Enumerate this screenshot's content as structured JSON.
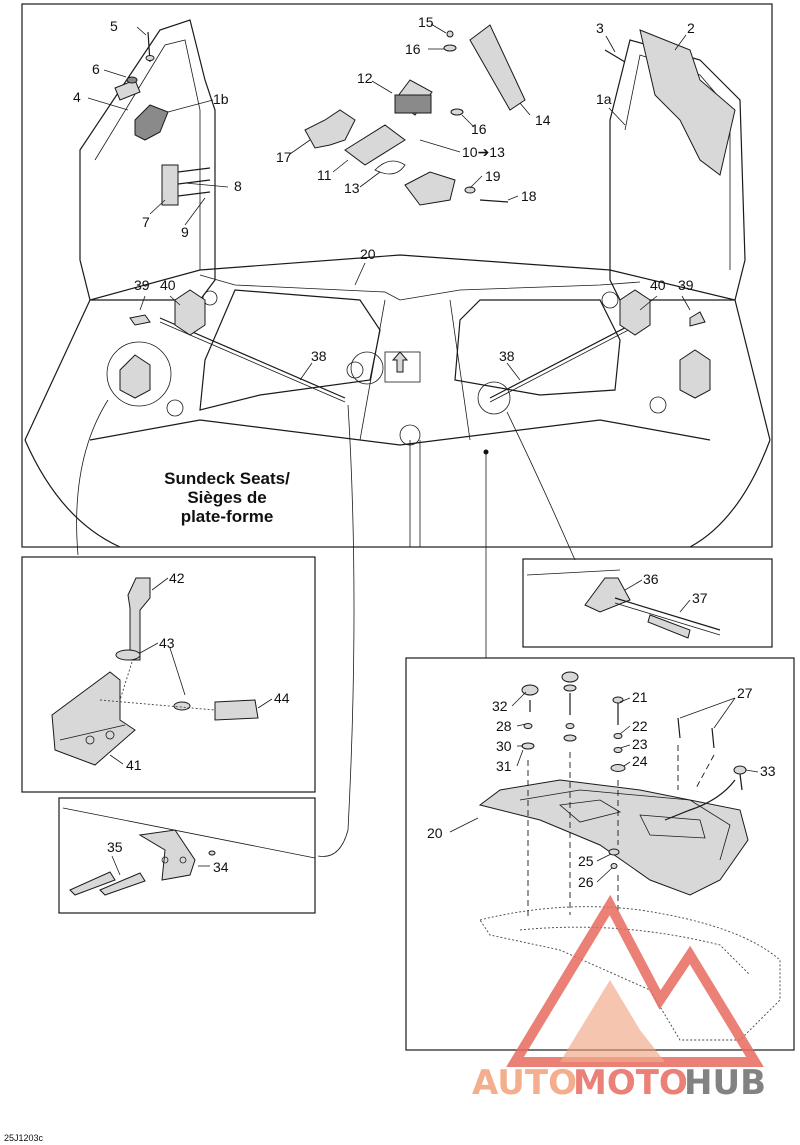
{
  "diagram": {
    "title_lines": [
      "Sundeck Seats/",
      "Sièges de",
      "plate-forme"
    ],
    "figure_code": "25J1203c",
    "labels": {
      "l5": "5",
      "l6": "6",
      "l4": "4",
      "l1b": "1b",
      "l7": "7",
      "l8": "8",
      "l9": "9",
      "l15": "15",
      "l16a": "16",
      "l16b": "16",
      "l14": "14",
      "l12": "12",
      "l17": "17",
      "l11": "11",
      "l13": "13",
      "l10_13": "10➔13",
      "l19": "19",
      "l18": "18",
      "l3": "3",
      "l2": "2",
      "l1a": "1a",
      "l20": "20",
      "l39a": "39",
      "l40a": "40",
      "l40b": "40",
      "l39b": "39",
      "l38a": "38",
      "l38b": "38",
      "l42": "42",
      "l43": "43",
      "l44": "44",
      "l41": "41",
      "l36": "36",
      "l37": "37",
      "l35": "35",
      "l34": "34",
      "l32": "32",
      "l21": "21",
      "l27": "27",
      "l28": "28",
      "l22": "22",
      "l30": "30",
      "l23": "23",
      "l31": "31",
      "l24": "24",
      "l33": "33",
      "l20b": "20",
      "l25": "25",
      "l26": "26"
    }
  },
  "watermark": {
    "text_part1": "AUTO",
    "text_part2": "MOTO",
    "text_part3": "HUB",
    "color_primary": "#f0a07a",
    "color_secondary": "#e86a60",
    "color_dark": "#6d6d6d"
  }
}
